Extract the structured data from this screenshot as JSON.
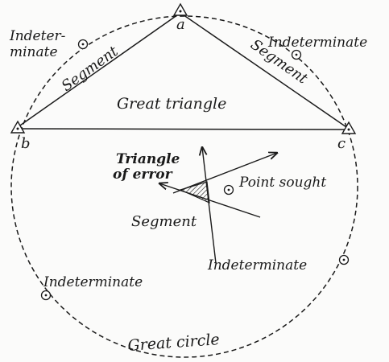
{
  "diagram": {
    "vertices": {
      "a": "a",
      "b": "b",
      "c": "c"
    },
    "labels": {
      "indeterminate_top_left": [
        "Indeter-",
        "minate"
      ],
      "indeterminate_top_right": "Indeterminate",
      "indeterminate_bottom_right": "Indeterminate",
      "indeterminate_bottom_left": "Indeterminate",
      "segment_left": "Segment",
      "segment_right": "Segment",
      "segment_middle": "Segment",
      "great_triangle": "Great triangle",
      "triangle_of_error": [
        "Triangle",
        "of error"
      ],
      "point_sought": "Point sought",
      "great_circle": "Great circle"
    },
    "colors": {
      "ink": "#1a1a1a",
      "paper": "#fbfbfa"
    }
  }
}
